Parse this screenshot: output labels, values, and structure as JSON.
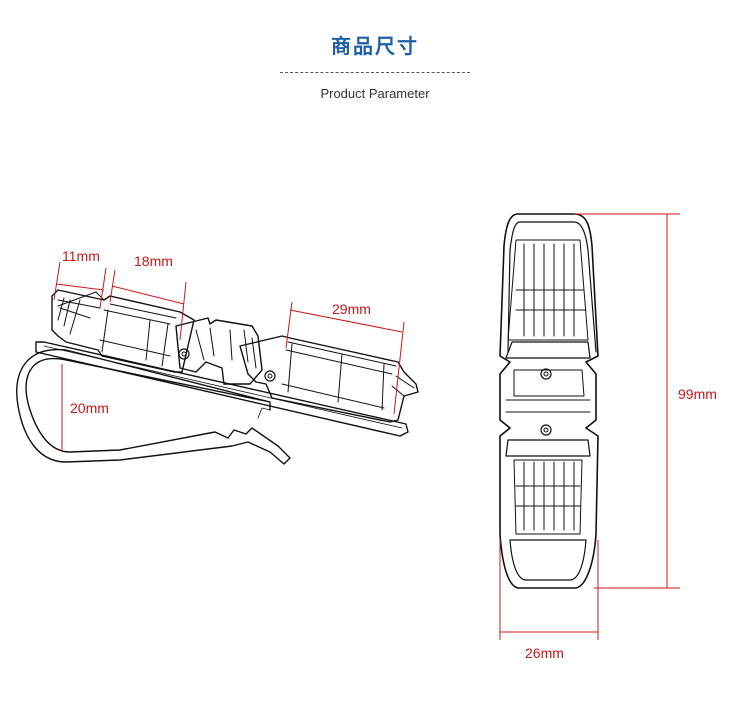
{
  "header": {
    "title_cn": "商品尺寸",
    "subtitle": "Product Parameter"
  },
  "dimensions": {
    "side_left_width": "11mm",
    "side_mid_width": "18mm",
    "side_right_width": "29mm",
    "clip_opening": "20mm",
    "front_height": "99mm",
    "front_width": "26mm"
  },
  "colors": {
    "title": "#1f5fa8",
    "dimension_lines": "#d01616",
    "outline": "#111111"
  }
}
